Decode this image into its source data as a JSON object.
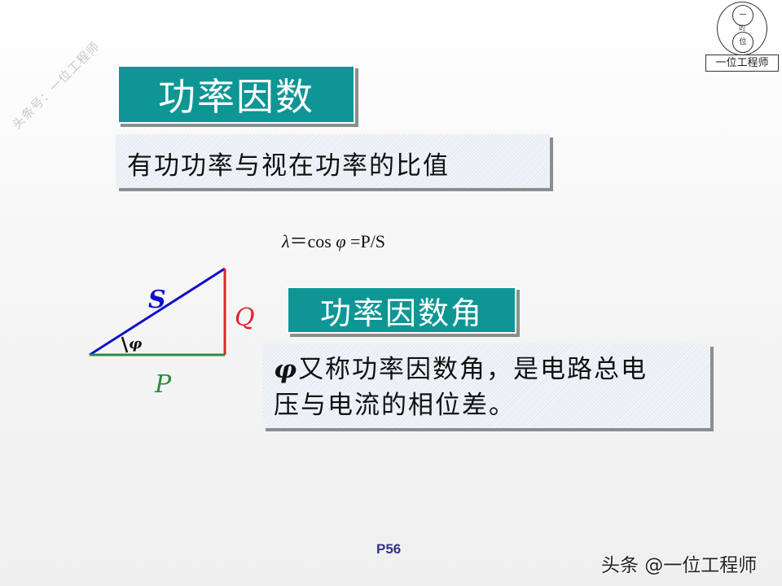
{
  "watermark": {
    "text": "头条号：一位工程师"
  },
  "logo": {
    "top_char": "一",
    "middle_char": "的",
    "bottom_char": "位",
    "label": "一位工程师"
  },
  "title": {
    "text": "功率因数"
  },
  "definition": {
    "text": "有功功率与视在功率的比值"
  },
  "formula": {
    "lambda": "λ",
    "equals": "＝",
    "cos": "cos",
    "phi": "φ",
    "rest": " =P/S"
  },
  "triangle": {
    "labels": {
      "S": "S",
      "Q": "Q",
      "P": "P",
      "phi": "φ"
    },
    "colors": {
      "S": "#1010c8",
      "Q": "#e0252a",
      "P": "#2e8b3e",
      "phi": "#111111"
    }
  },
  "subtitle": {
    "text": "功率因数角"
  },
  "description": {
    "phi": "φ",
    "line1": "又称功率因数角，是电路总电",
    "line2": "压与电流的相位差。"
  },
  "footer": {
    "page": "P56",
    "credit": "头条 @一位工程师"
  },
  "colors": {
    "accent_teal": "#0e9695",
    "shadow": "#8d8d8d",
    "page_number": "#33338a"
  }
}
